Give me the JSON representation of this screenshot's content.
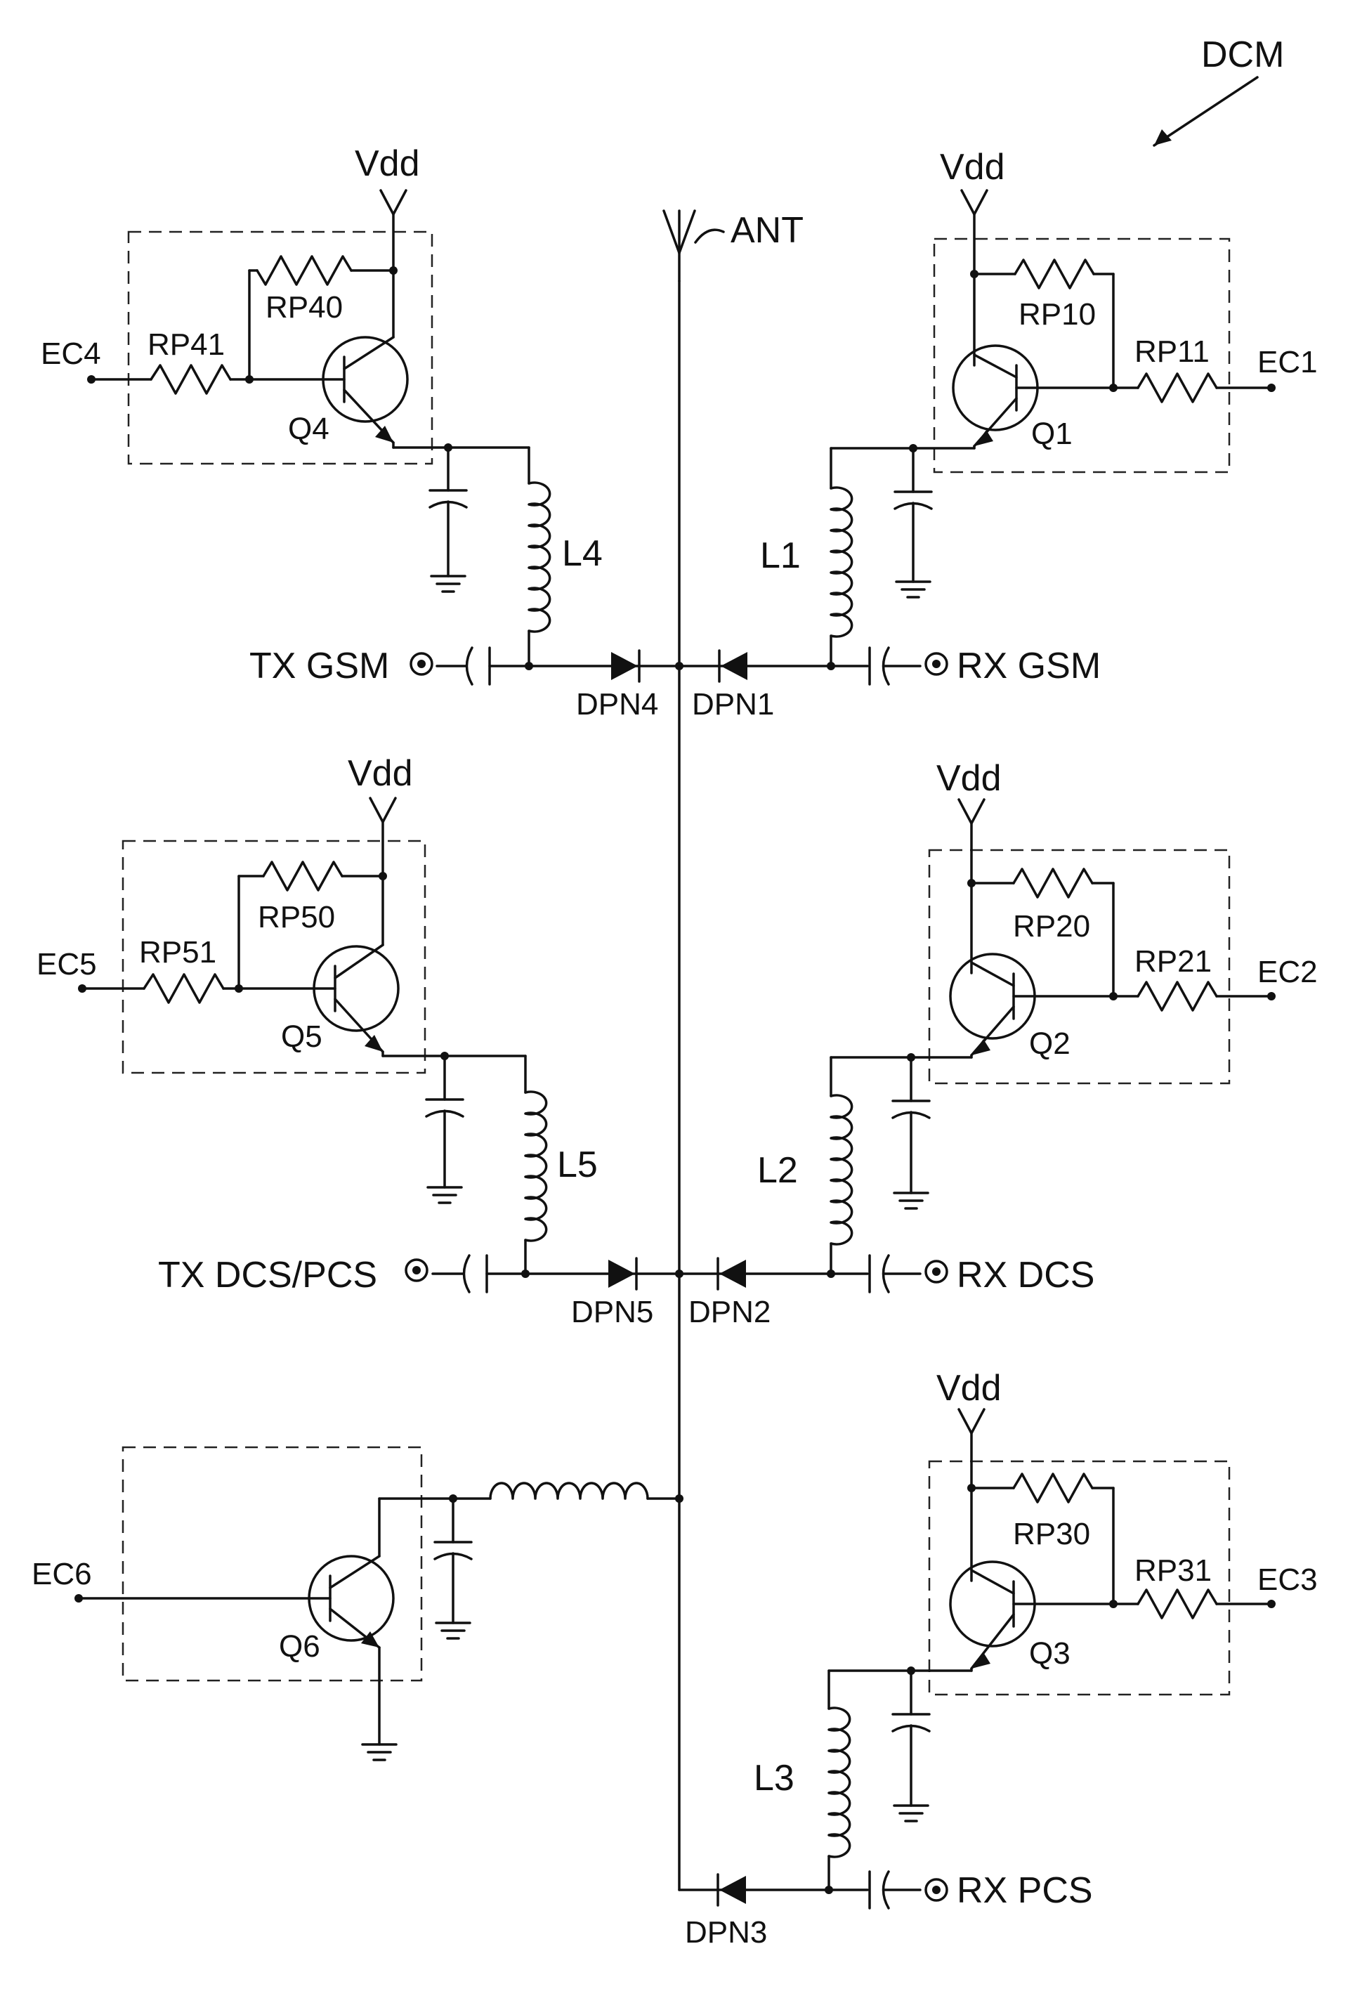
{
  "figure": {
    "module_label": "DCM",
    "antenna_label": "ANT",
    "supply_label": "Vdd"
  },
  "ports": {
    "tx_gsm": "TX GSM",
    "rx_gsm": "RX GSM",
    "tx_dcs_pcs": "TX DCS/PCS",
    "rx_dcs": "RX DCS",
    "rx_pcs": "RX PCS"
  },
  "control_inputs": {
    "ec1": "EC1",
    "ec2": "EC2",
    "ec3": "EC3",
    "ec4": "EC4",
    "ec5": "EC5",
    "ec6": "EC6"
  },
  "transistors": {
    "q1": "Q1",
    "q2": "Q2",
    "q3": "Q3",
    "q4": "Q4",
    "q5": "Q5",
    "q6": "Q6"
  },
  "resistors": {
    "rp10": "RP10",
    "rp11": "RP11",
    "rp20": "RP20",
    "rp21": "RP21",
    "rp30": "RP30",
    "rp31": "RP31",
    "rp40": "RP40",
    "rp41": "RP41",
    "rp50": "RP50",
    "rp51": "RP51"
  },
  "inductors": {
    "l1": "L1",
    "l2": "L2",
    "l3": "L3",
    "l4": "L4",
    "l5": "L5"
  },
  "diodes": {
    "dpn1": "DPN1",
    "dpn2": "DPN2",
    "dpn3": "DPN3",
    "dpn4": "DPN4",
    "dpn5": "DPN5"
  }
}
